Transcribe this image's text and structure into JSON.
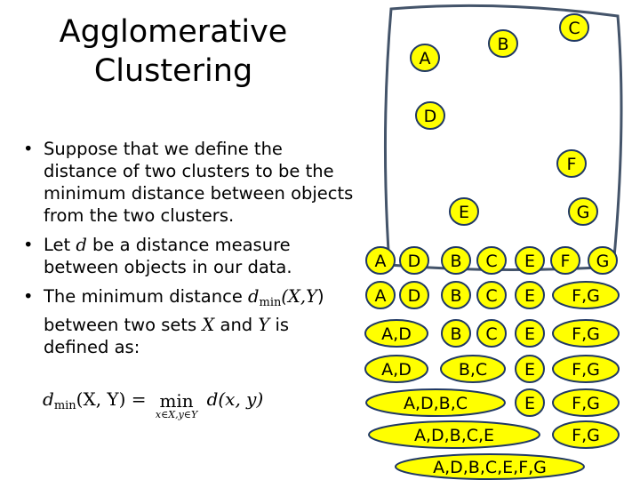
{
  "title": [
    "Agglomerative",
    "Clustering"
  ],
  "bullets": [
    "Suppose that we define the distance of two clusters to be the minimum distance between objects from the two clusters.",
    [
      "Let ",
      "d",
      " be a distance measure between objects in our data."
    ],
    [
      "The minimum distance ",
      "d",
      "min",
      "(",
      "X",
      ",",
      "Y",
      ") between two sets ",
      "X",
      " and ",
      "Y",
      " is defined as:"
    ]
  ],
  "formula": {
    "lhs_d": "d",
    "lhs_sub": "min",
    "lhs_args": "(X, Y) =",
    "min_op": "min",
    "min_sub": "x∈X,y∈Y",
    "rhs": "d(x, y)"
  },
  "points": [
    "A",
    "B",
    "C",
    "D",
    "E",
    "F",
    "G"
  ],
  "rows": [
    [
      "A",
      "D",
      "B",
      "C",
      "E",
      "F",
      "G"
    ],
    [
      "A",
      "D",
      "B",
      "C",
      "E",
      "F,G"
    ],
    [
      "A,D",
      "B",
      "C",
      "E",
      "F,G"
    ],
    [
      "A,D",
      "B,C",
      "E",
      "F,G"
    ],
    [
      "A,D,B,C",
      "E",
      "F,G"
    ],
    [
      "A,D,B,C,E",
      "F,G"
    ],
    [
      "A,D,B,C,E,F,G"
    ]
  ],
  "colors": {
    "fill": "#ffff00",
    "stroke": "#1f3864",
    "cluster_outline": "#44546a"
  }
}
